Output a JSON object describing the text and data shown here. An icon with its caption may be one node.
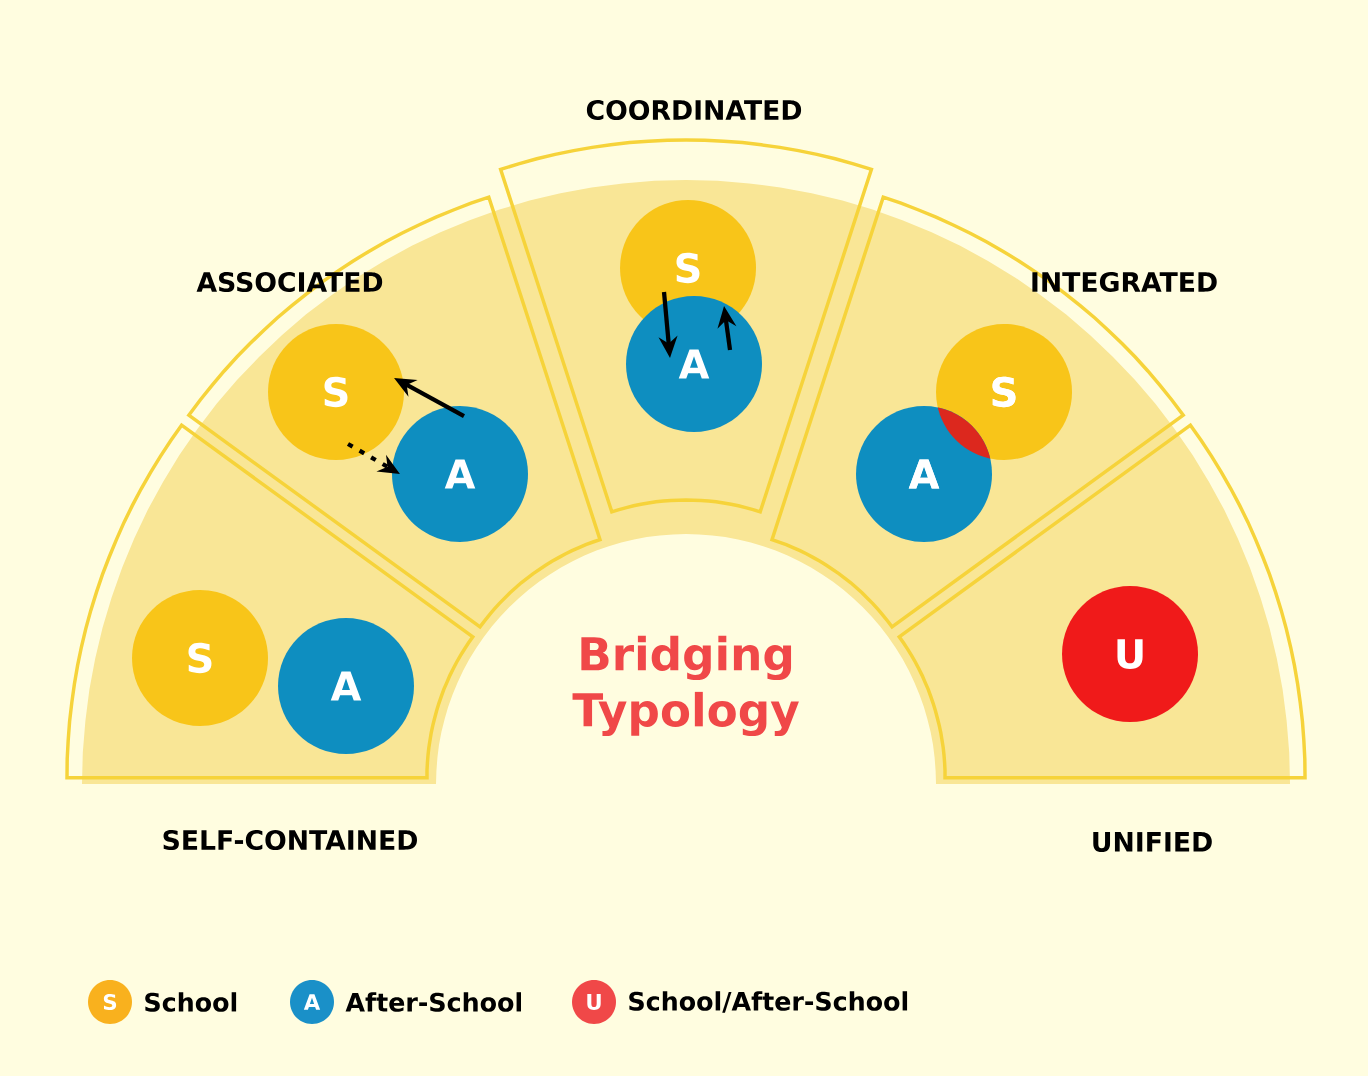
{
  "diagram": {
    "title": "Bridging Typology",
    "nodes": [
      {
        "text": [
          "SELF-CONTAINED"
        ]
      },
      {
        "text": [
          "S"
        ],
        "in": 0
      },
      {
        "text": [
          "A"
        ],
        "in": 0
      },
      {
        "text": [
          "ASSOCIATED"
        ]
      },
      {
        "text": [
          "S"
        ],
        "in": 3
      },
      {
        "text": [
          "A"
        ],
        "in": 3
      },
      {
        "text": [
          "COORDINATED"
        ]
      },
      {
        "text": [
          "S"
        ],
        "in": 6
      },
      {
        "text": [
          "A"
        ],
        "in": 6
      },
      {
        "text": [
          "INTEGRATED"
        ]
      },
      {
        "text": [
          "S"
        ],
        "in": 9
      },
      {
        "text": [
          "A"
        ],
        "in": 9
      },
      {
        "text": [
          "UNIFIED"
        ]
      },
      {
        "text": [
          "U"
        ],
        "in": 12
      }
    ],
    "edges": [
      {
        "from": 5,
        "to": 4,
        "arrow": "to"
      },
      {
        "from": 4,
        "to": 5,
        "arrow": "to",
        "style": "dashed"
      },
      {
        "from": 7,
        "to": 8,
        "arrow": "to"
      },
      {
        "from": 8,
        "to": 7,
        "arrow": "to"
      }
    ],
    "labels": [
      "S",
      "A",
      "U"
    ],
    "legend": [
      {
        "text": "School",
        "color": "#f9b11e"
      },
      {
        "text": "After-School",
        "color": "#1a90c8"
      },
      {
        "text": "School/After-School",
        "color": "#f04848"
      }
    ]
  }
}
